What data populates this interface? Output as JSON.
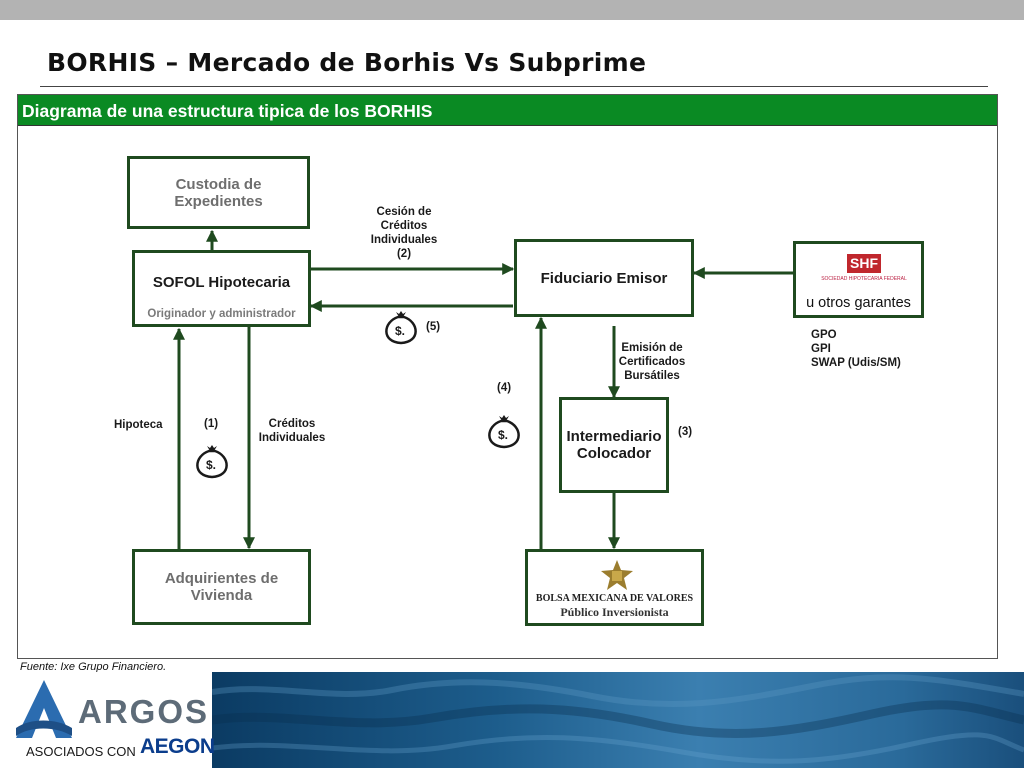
{
  "slide": {
    "title": "BORHIS – Mercado de Borhis Vs Subprime",
    "panel_header": "Diagrama de una estructura tipica de los BORHIS",
    "source_note": "Fuente: Ixe Grupo Financiero."
  },
  "diagram": {
    "nodes": {
      "custodia": "Custodia de\nExpedientes",
      "sofol_title": "SOFOL Hipotecaria",
      "sofol_sub": "Originador y administrador",
      "fiduciario": "Fiduciario Emisor",
      "garantes_text": "u otros garantes",
      "shf_logo": "SHF",
      "shf_caption": "SOCIEDAD HIPOTECARIA FEDERAL",
      "intermediario": "Intermediario\nColocador",
      "adquirientes": "Adquirientes de\nVivienda",
      "bmv_name": "BOLSA MEXICANA DE VALORES",
      "bmv_sub": "Público Inversionista"
    },
    "labels": {
      "cesion": "Cesión de\nCréditos\nIndividuales\n(2)",
      "step5": "(5)",
      "emision": "Emisión de\nCertificados\nBursátiles",
      "step3": "(3)",
      "step4": "(4)",
      "hipoteca": "Hipoteca",
      "step1": "(1)",
      "creditos": "Créditos\nIndividuales",
      "guarantees": "GPO\nGPI\nSWAP (Udis/SM)"
    }
  },
  "footer": {
    "brand": "ARGOS",
    "partner_prefix": "ASOCIADOS CON",
    "partner": "AEGON"
  },
  "colors": {
    "header_green": "#0a8a23",
    "box_border": "#1f4a1f",
    "arrow": "#1f4a1f",
    "shf_red": "#c0272d",
    "aegon_blue": "#0b3d8c"
  }
}
